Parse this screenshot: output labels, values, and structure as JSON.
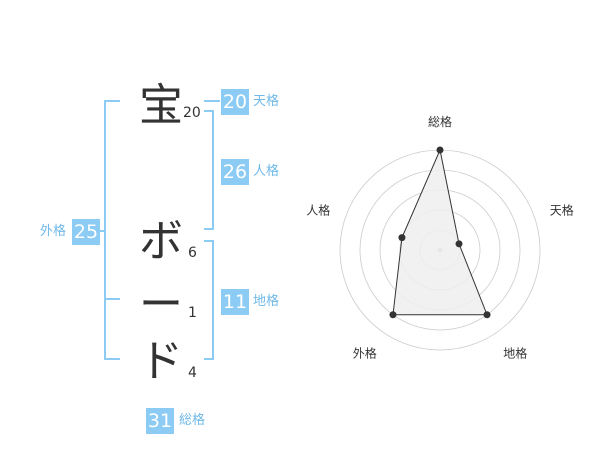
{
  "name": {
    "characters": [
      {
        "char": "宝",
        "strokes": "20"
      },
      {
        "char": "ボ",
        "strokes": "6"
      },
      {
        "char": "ー",
        "strokes": "1"
      },
      {
        "char": "ド",
        "strokes": "4"
      }
    ]
  },
  "fortune": {
    "tenkaku": {
      "value": "20",
      "label": "天格"
    },
    "jinkaku": {
      "value": "26",
      "label": "人格"
    },
    "chikaku": {
      "value": "11",
      "label": "地格"
    },
    "gaikaku": {
      "value": "25",
      "label": "外格"
    },
    "soukaku": {
      "value": "31",
      "label": "総格"
    }
  },
  "colors": {
    "accent": "#8ccbf4",
    "accent_text": "#6fb9e8",
    "text": "#333333",
    "radar_fill": "#eeeeee",
    "ring": "#cccccc"
  },
  "chart_data": {
    "type": "radar",
    "axes": [
      "総格",
      "天格",
      "地格",
      "外格",
      "人格"
    ],
    "values": [
      5,
      1,
      4,
      4,
      2
    ],
    "max": 5,
    "rings": 5
  }
}
